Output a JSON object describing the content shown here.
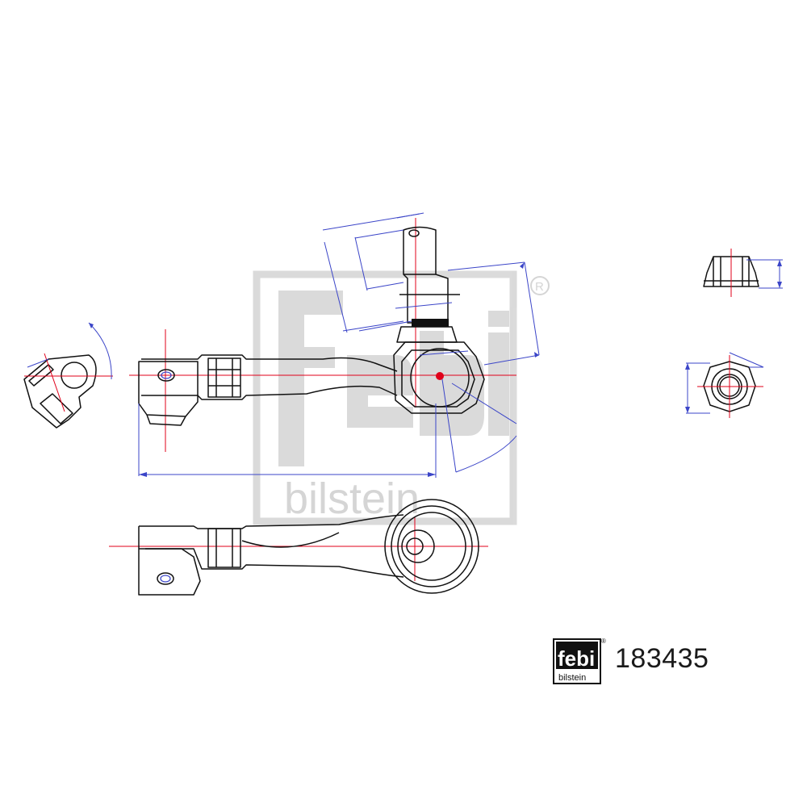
{
  "logo": {
    "brand_main": "febi",
    "brand_sub": "bilstein",
    "registered_mark": "®"
  },
  "part_number": "183435",
  "colors": {
    "outline": "#111111",
    "dimension": "#3b45c8",
    "center_line": "#e0001a",
    "watermark": "#d9d9d9"
  }
}
